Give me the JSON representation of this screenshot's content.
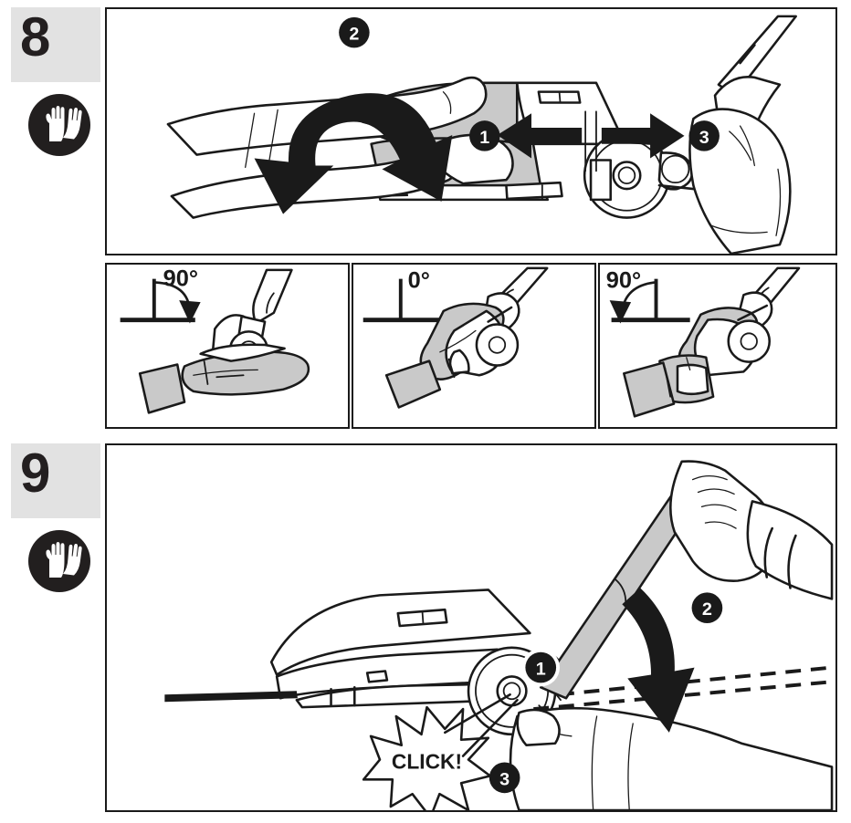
{
  "document": {
    "type": "illustrated-assembly-instructions",
    "colors": {
      "ink": "#1a1a1a",
      "step_box_gray": "#e2e2e2",
      "part_shading_gray": "#c9c9c9",
      "badge_fill": "#1a1a1a",
      "badge_text": "#ffffff",
      "page_background": "#ffffff"
    }
  },
  "steps": [
    {
      "id": "step-8",
      "number": "8",
      "ppe_icon": {
        "name": "protective-gloves-icon",
        "label": "protective gloves required"
      },
      "main_panel": {
        "name": "panel-8-main",
        "callouts": [
          {
            "id": "c1",
            "label": "1",
            "meaning": "slide cutter head latch inward"
          },
          {
            "id": "c2",
            "label": "2",
            "meaning": "rock handle up and down"
          },
          {
            "id": "c3",
            "label": "3",
            "meaning": "slide release outward"
          }
        ],
        "arrows": [
          {
            "name": "double-arc-arrow",
            "direction": "bidirectional-arc-down"
          },
          {
            "name": "left-arrow",
            "direction": "left"
          },
          {
            "name": "right-arrow",
            "direction": "right"
          }
        ]
      },
      "sub_panels": [
        {
          "name": "panel-8-sub-1",
          "angle_label": "90°",
          "arrow_direction": "clockwise-right",
          "label_side": "right"
        },
        {
          "name": "panel-8-sub-2",
          "angle_label": "0°",
          "arrow_direction": "none",
          "label_side": "right"
        },
        {
          "name": "panel-8-sub-3",
          "angle_label": "90°",
          "arrow_direction": "counterclockwise-left",
          "label_side": "left"
        }
      ]
    },
    {
      "id": "step-9",
      "number": "9",
      "ppe_icon": {
        "name": "protective-gloves-icon",
        "label": "protective gloves required"
      },
      "main_panel": {
        "name": "panel-9-main",
        "callouts": [
          {
            "id": "c1",
            "label": "1",
            "meaning": "pivot point at wheel hub"
          },
          {
            "id": "c2",
            "label": "2",
            "meaning": "lower the shaft down"
          },
          {
            "id": "c3",
            "label": "3",
            "meaning": "latch engages audibly"
          }
        ],
        "sound_effect": {
          "name": "click-starburst",
          "text": "CLICK!"
        },
        "ghost_outline": {
          "name": "dashed-target-position",
          "style": "dashed"
        }
      }
    }
  ]
}
